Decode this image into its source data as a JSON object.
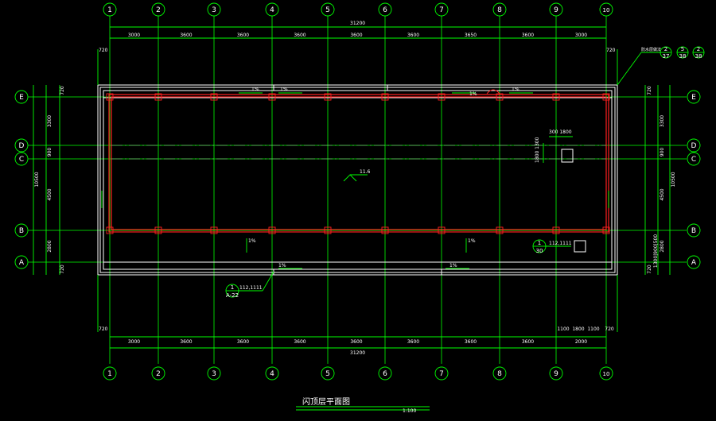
{
  "drawing": {
    "title": "闪顶层平面图",
    "scale": "1:100"
  },
  "grid_x": [
    "1",
    "2",
    "3",
    "4",
    "5",
    "6",
    "7",
    "8",
    "9",
    "10"
  ],
  "grid_y": [
    "E",
    "D",
    "C",
    "B",
    "A"
  ],
  "dims_top": {
    "overall": "31200",
    "spans": [
      "3000",
      "3600",
      "3600",
      "3600",
      "3600",
      "3600",
      "3650",
      "3600",
      "3000"
    ]
  },
  "dims_bottom": {
    "overall": "31200",
    "spans": [
      "3000",
      "3600",
      "3600",
      "3600",
      "3600",
      "3600",
      "3600",
      "3600",
      "2000"
    ],
    "extra": [
      "1100",
      "1800",
      "1100",
      "720"
    ]
  },
  "dims_left": {
    "overall": "10500",
    "spans": [
      "3300",
      "900",
      "4500",
      "2800"
    ],
    "edge_top": "720",
    "edge_bottom": "720"
  },
  "dims_right": {
    "overall": "10500",
    "spans": [
      "3300",
      "900",
      "4500",
      "2800"
    ],
    "edge_top": "720",
    "edge_bottom": "720",
    "extra": "1300|900|500"
  },
  "edge_side": "720",
  "annotations": {
    "slope": "1%",
    "center_level": "11.6",
    "opening": "300 1800",
    "opening_v": "1800 1300",
    "callout_top_right": [
      "2",
      "5",
      "2"
    ],
    "callout_top_right_sub": [
      "37",
      "38",
      "38"
    ],
    "callout_top_right_label": "防水层做法",
    "callout_bottom_left_num": "1",
    "callout_bottom_left_sheet": "A-22",
    "callout_bottom_left_text": "112,1111",
    "callout_mid_right_num": "1",
    "callout_mid_right_sheet": "30",
    "callout_mid_right_text": "112,1111"
  },
  "colors": {
    "grid": "#00ff00",
    "wall": "#ffffff",
    "beam": "#ff2020",
    "background": "#000000"
  }
}
